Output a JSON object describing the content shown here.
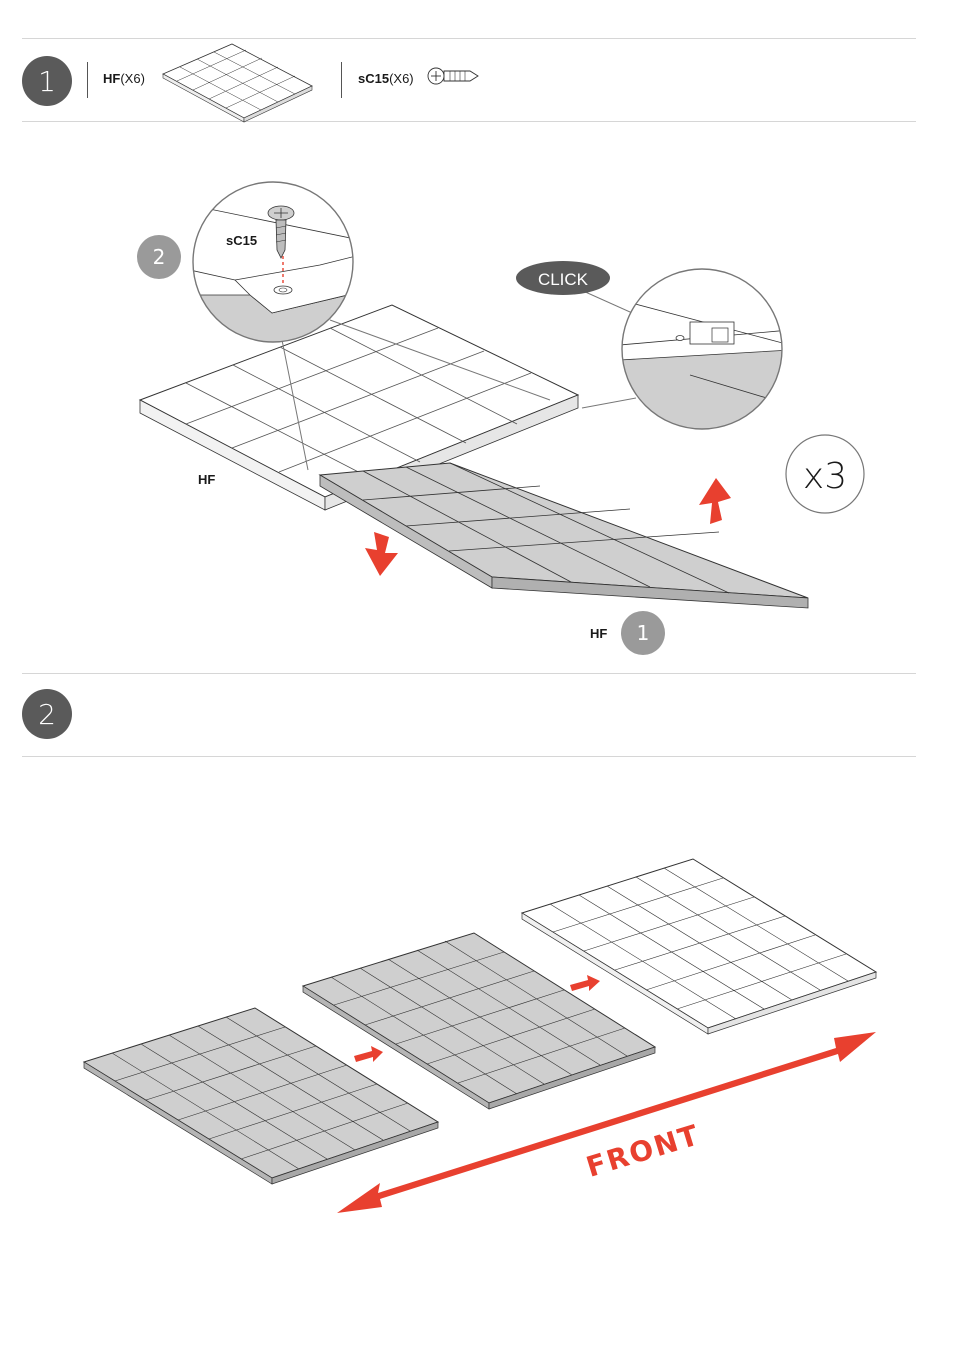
{
  "steps": [
    {
      "number": "1"
    },
    {
      "number": "2"
    }
  ],
  "parts": [
    {
      "code": "HF",
      "qty": "(X6)"
    },
    {
      "code": "sC15",
      "qty": "(X6)"
    }
  ],
  "callouts": {
    "detail_badge": "2",
    "screw_label": "sC15",
    "click_label": "CLICK",
    "multiplier": "x3",
    "hf_left": "HF",
    "hf_bottom": "HF",
    "hf_bottom_badge": "1"
  },
  "front_label": "FRONT",
  "colors": {
    "badge": "#5a5a5a",
    "badge_light": "#9a9a9a",
    "arrow_red": "#e8402f",
    "panel_gray": "#cfcfcf",
    "click_pill": "#5a5a5a"
  },
  "icons": [
    "screw-icon",
    "panel-icon",
    "arrow-down-icon",
    "arrow-up-icon",
    "double-arrow-icon"
  ]
}
